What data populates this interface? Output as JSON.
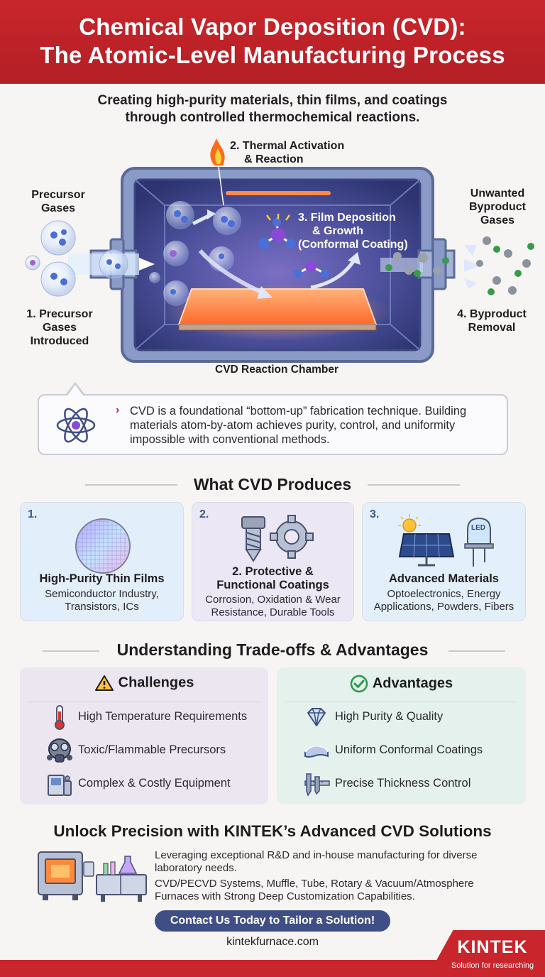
{
  "header": {
    "title_line1": "Chemical Vapor Deposition (CVD):",
    "title_line2": "The Atomic-Level Manufacturing Process"
  },
  "subtitle": {
    "line1": "Creating high-purity materials, thin films, and coatings",
    "line2": "through controlled thermochemical reactions."
  },
  "diagram": {
    "precursor_label": [
      "Precursor",
      "Gases"
    ],
    "step1": [
      "1. Precursor",
      "Gases",
      "Introduced"
    ],
    "step2": [
      "2. Thermal Activation",
      "& Reaction"
    ],
    "step3": [
      "3. Film Deposition",
      "& Growth",
      "(Conformal Coating)"
    ],
    "byproduct_label": [
      "Unwanted",
      "Byproduct",
      "Gases"
    ],
    "step4": [
      "4. Byproduct",
      "Removal"
    ],
    "chamber_label": "CVD Reaction Chamber"
  },
  "callout": {
    "lines": [
      "CVD is a foundational “bottom-up” fabrication technique. Building",
      "materials atom-by-atom achieves purity, control, and uniformity",
      "impossible with conventional methods."
    ]
  },
  "produces": {
    "heading": "What CVD Produces",
    "cards": [
      {
        "num": "1.",
        "title": [
          "High-Purity Thin Films"
        ],
        "desc": [
          "Semiconductor Industry,",
          "Transistors, ICs"
        ]
      },
      {
        "num": "2.",
        "title": [
          "2. Protective &",
          "Functional Coatings"
        ],
        "desc": [
          "Corrosion, Oxidation & Wear",
          "Resistance, Durable Tools"
        ]
      },
      {
        "num": "3.",
        "title": [
          "Advanced Materials"
        ],
        "desc": [
          "Optoelectronics, Energy",
          "Applications, Powders, Fibers"
        ],
        "led_label": "LED"
      }
    ]
  },
  "tradeoffs": {
    "heading": "Understanding Trade-offs & Advantages",
    "challenges": {
      "title": "Challenges",
      "items": [
        "High Temperature Requirements",
        "Toxic/Flammable Precursors",
        "Complex & Costly Equipment"
      ]
    },
    "advantages": {
      "title": "Advantages",
      "items": [
        "High Purity & Quality",
        "Uniform Conformal Coatings",
        "Precise Thickness Control"
      ]
    }
  },
  "cta": {
    "title": "Unlock Precision with KINTEK’s Advanced CVD Solutions",
    "body1": [
      "Leveraging exceptional R&D and in-house manufacturing for diverse",
      "laboratory needs."
    ],
    "body2": [
      "CVD/PECVD Systems, Muffle, Tube, Rotary & Vacuum/Atmosphere",
      "Furnaces with Strong Deep Customization Capabilities."
    ],
    "button": "Contact Us Today to Tailor a Solution!",
    "website": "kintekfurnace.com"
  },
  "brand": {
    "name": "KINTEK",
    "tagline": "Solution for researching"
  },
  "colors": {
    "brand_red": "#c8262c",
    "button_navy": "#3f4f86",
    "chamber_blue": "#7a8bb8",
    "heater_orange": "#ff7a3d"
  }
}
